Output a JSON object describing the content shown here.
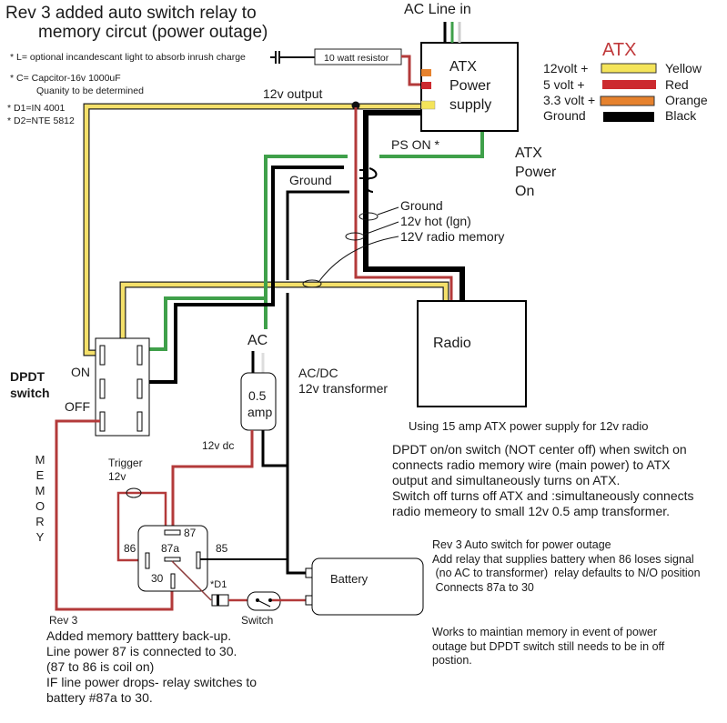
{
  "title": {
    "line1": "Rev 3 added auto switch relay  to",
    "line2": "memory circut (power outage)"
  },
  "notes": [
    "*  L= optional  incandescant light to absorb inrush charge",
    "*  C= Capcitor-16v 1000uF",
    "Quanity to be determined",
    "* D1=IN 4001",
    "* D2=NTE 5812"
  ],
  "labels": {
    "ac_line_in": "AC Line in",
    "resistor": "10 watt resistor",
    "output_12v": "12v output",
    "atx_psu": [
      "ATX",
      "Power",
      "supply"
    ],
    "ps_on": "PS ON *",
    "atx_power_on": [
      "ATX",
      "Power",
      "On"
    ],
    "ground_loop": "Ground",
    "callout_ground": "Ground",
    "callout_hot": "12v hot (lgn)",
    "callout_memory": "12V radio memory",
    "radio": "Radio",
    "dpdt": [
      "DPDT",
      "switch"
    ],
    "on": "ON",
    "off": "OFF",
    "ac": "AC",
    "fuse": [
      "0.5",
      "amp"
    ],
    "transformer": [
      "AC/DC",
      "12v transformer"
    ],
    "dc_12v": "12v  dc",
    "trigger": [
      "Trigger",
      "12v"
    ],
    "memory_vertical": [
      "M",
      "E",
      "M",
      "O",
      "R",
      "Y"
    ],
    "relay_pins": {
      "p87": "87",
      "p87a": "87a",
      "p86": "86",
      "p85": "85",
      "p30": "30"
    },
    "diode": "*D1",
    "switch": "Switch",
    "battery": "Battery",
    "rev3": "Rev 3"
  },
  "legend": {
    "title": "ATX",
    "rows": [
      {
        "voltage": "12volt +",
        "color_name": "Yellow",
        "color": "#f4e45a"
      },
      {
        "voltage": "5 volt +",
        "color_name": "Red",
        "color": "#cc2a2f"
      },
      {
        "voltage": "3.3 volt +",
        "color_name": "Orange",
        "color": "#e6822e"
      },
      {
        "voltage": "Ground",
        "color_name": "Black",
        "color": "#000000"
      }
    ]
  },
  "descriptions": {
    "atx_heading": "Using 15 amp ATX power supply for 12v radio",
    "dpdt_para": [
      "DPDT on/on switch (NOT center off) when switch on",
      "connects radio memory wire (main power) to ATX",
      "output and simultaneously turns on ATX.",
      "Switch  off turns off ATX and :simultaneously connects",
      "radio memeory to small 12v 0.5 amp  transformer."
    ],
    "rev3_auto": [
      "Rev 3 Auto switch for power outage",
      "Add relay that supplies battery when 86 loses signal",
      " (no AC to transformer)  relay defaults to N/O position",
      " Connects 87a to 30"
    ],
    "works": [
      "Works to maintian memory in event of power",
      "outage but DPDT switch still needs to be in off",
      "postion."
    ],
    "rev3_backup": [
      "Added memory batttery back-up.",
      "Line power 87 is connected to 30.",
      "(87 to 86 is coil on)",
      "IF line power drops- relay switches to",
      "battery #87a to 30."
    ]
  },
  "colors": {
    "yellow": "#f4e06a",
    "red": "#b33a3a",
    "green": "#3fa04a",
    "black": "#000000",
    "orange": "#e6822e",
    "atx_red": "#c0393b"
  }
}
